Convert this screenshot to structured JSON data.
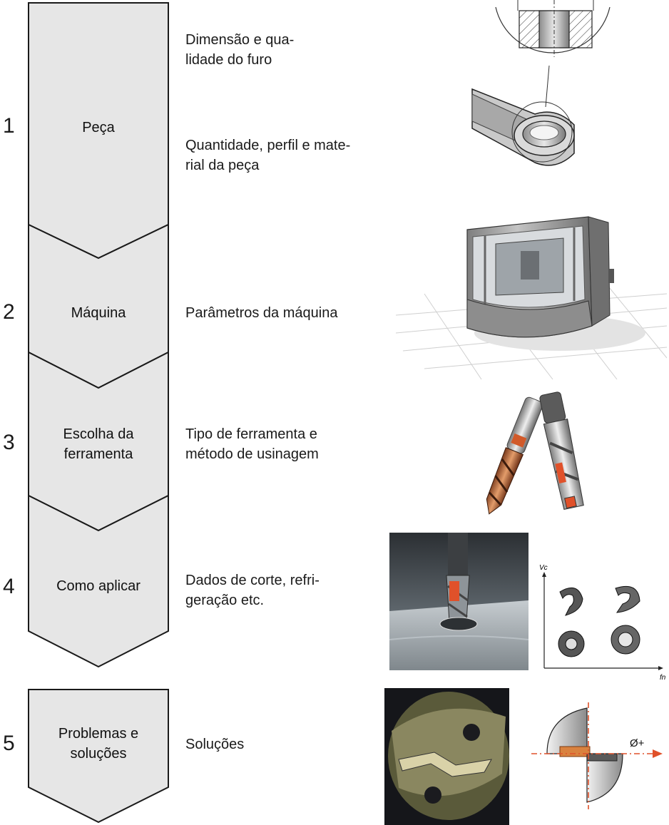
{
  "stages": [
    {
      "number": "1",
      "label": "Peça",
      "descriptions": [
        "Dimensão e qua-\nlidade do furo",
        "Quantidade, perfil e mate-\nrial da peça"
      ]
    },
    {
      "number": "2",
      "label": "Máquina",
      "descriptions": [
        "Parâmetros da máquina"
      ]
    },
    {
      "number": "3",
      "label": "Escolha da\nferramenta",
      "descriptions": [
        "Tipo de ferramenta e\nmétodo de usinagem"
      ]
    },
    {
      "number": "4",
      "label": "Como aplicar",
      "descriptions": [
        "Dados de corte, refri-\ngeração etc."
      ]
    },
    {
      "number": "5",
      "label": "Problemas e\nsoluções",
      "descriptions": [
        "Soluções"
      ]
    }
  ],
  "chip_chart": {
    "y_axis_label": "Vc",
    "x_axis_label": "fn"
  },
  "drill_diagram": {
    "label": "Ø+"
  },
  "colors": {
    "stage_fill": "#e6e6e6",
    "stage_stroke": "#1a1a1a",
    "accent": "#e0512a"
  }
}
